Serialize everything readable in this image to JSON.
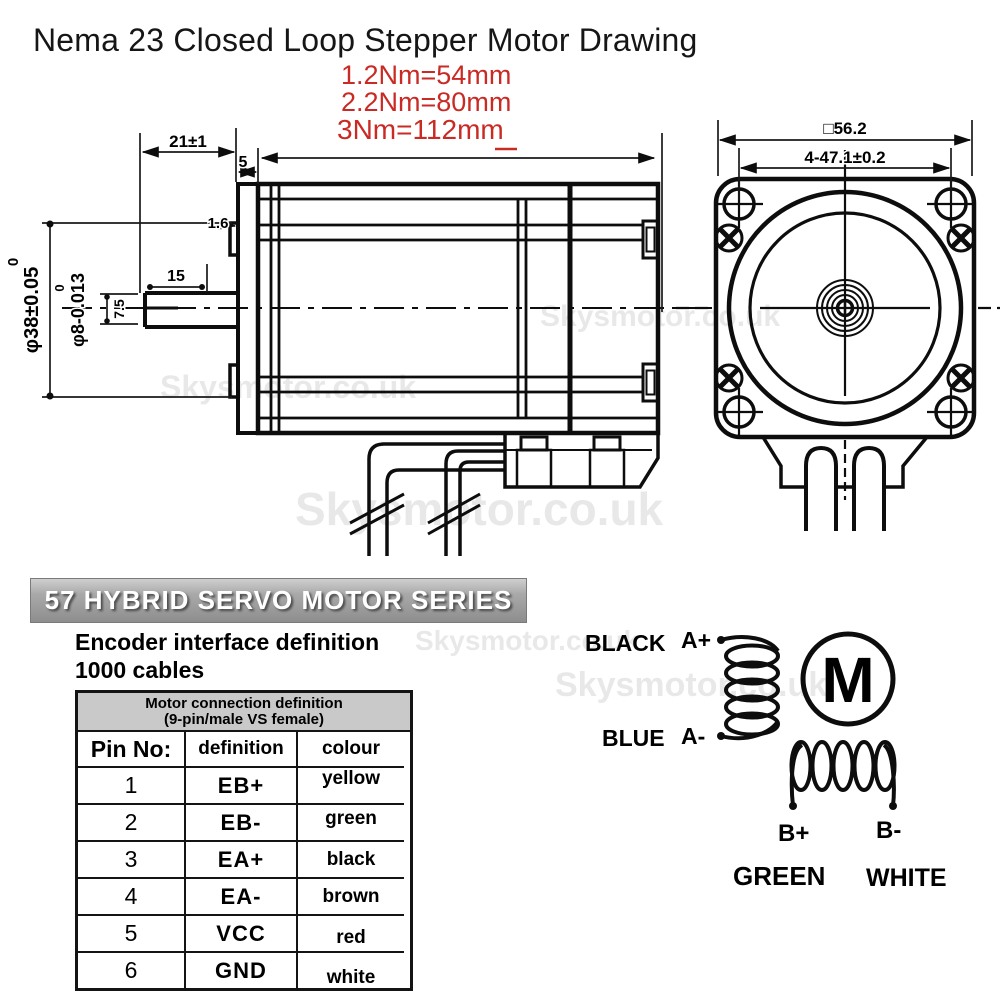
{
  "title": "Nema 23 Closed Loop Stepper Motor Drawing",
  "watermark": "Skysmotor.co.uk",
  "colors": {
    "dimension_red": "#c92a24",
    "line_black": "#0d0d0d",
    "banner_gray": "#a9a9a9",
    "table_header_gray": "#c9c9c9"
  },
  "specs": {
    "line1": "1.2Nm=54mm",
    "line2": "2.2Nm=80mm",
    "line3": "3Nm=112mm"
  },
  "side_view": {
    "dims": {
      "shaft_length": "21±1",
      "flange_thickness": "5",
      "boss_height": "1.6",
      "key_length": "15",
      "key_flat": "7.5",
      "boss_dia_upper_tol": "0",
      "boss_dia": "φ38±0.05",
      "shaft_dia_upper_tol": "0",
      "shaft_dia": "φ8-0.013"
    }
  },
  "front_view": {
    "dims": {
      "square_size": "□56.2",
      "hole_spacing": "4-47.1±0.2"
    }
  },
  "banner": {
    "text": "57 HYBRID SERVO MOTOR SERIES"
  },
  "encoder_heading": {
    "line1": "Encoder interface definition",
    "line2": "1000 cables"
  },
  "connection_table": {
    "title_line1": "Motor connection definition",
    "title_line2": "(9-pin/male VS female)",
    "columns": [
      "Pin No:",
      "definition",
      "colour"
    ],
    "rows": [
      {
        "pin": "1",
        "definition": "EB+",
        "colour": "yellow"
      },
      {
        "pin": "2",
        "definition": "EB-",
        "colour": "green"
      },
      {
        "pin": "3",
        "definition": "EA+",
        "colour": "black"
      },
      {
        "pin": "4",
        "definition": "EA-",
        "colour": "brown"
      },
      {
        "pin": "5",
        "definition": "VCC",
        "colour": "red"
      },
      {
        "pin": "6",
        "definition": "GND",
        "colour": "white"
      }
    ]
  },
  "wiring": {
    "motor_symbol": "M",
    "phase_a": {
      "wire1_color": "BLACK",
      "wire1_terminal": "A+",
      "wire2_color": "BLUE",
      "wire2_terminal": "A-"
    },
    "phase_b": {
      "wire1_terminal": "B+",
      "wire1_color": "GREEN",
      "wire2_terminal": "B-",
      "wire2_color": "WHITE"
    }
  }
}
